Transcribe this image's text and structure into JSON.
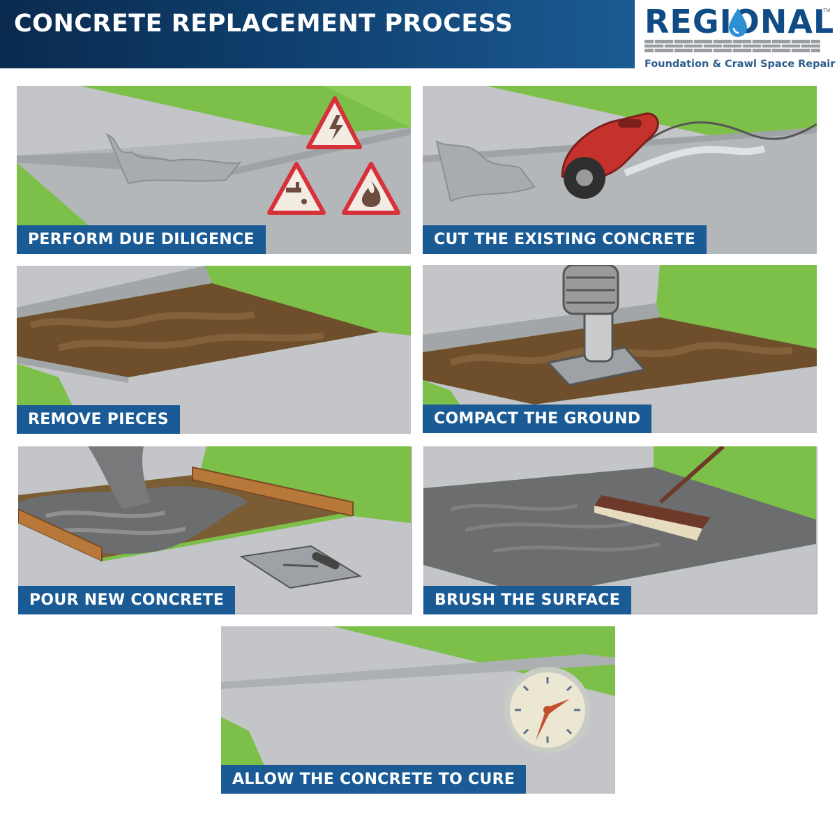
{
  "header": {
    "title": "CONCRETE REPLACEMENT PROCESS"
  },
  "logo": {
    "brand": "REGIONAL",
    "tagline": "Foundation & Crawl Space Repair",
    "trademark": "TM"
  },
  "steps": [
    {
      "label": "PERFORM DUE DILIGENCE",
      "icons": [
        "electrical-hazard-icon",
        "water-hazard-icon",
        "fire-hazard-icon"
      ]
    },
    {
      "label": "CUT THE EXISTING CONCRETE",
      "icons": [
        "concrete-saw-icon"
      ]
    },
    {
      "label": "REMOVE PIECES",
      "icons": []
    },
    {
      "label": "COMPACT THE GROUND",
      "icons": [
        "plate-compactor-icon"
      ]
    },
    {
      "label": "POUR NEW CONCRETE",
      "icons": [
        "trowel-icon"
      ]
    },
    {
      "label": "BRUSH THE SURFACE",
      "icons": [
        "broom-icon"
      ]
    },
    {
      "label": "ALLOW THE CONCRETE TO CURE",
      "icons": [
        "clock-icon"
      ]
    }
  ],
  "colors": {
    "header_bg": "#0f3f6e",
    "label_bg": "#1a5b96",
    "grass": "#7dc14a",
    "concrete": "#c4c6c8",
    "dirt": "#7b5a35",
    "hazard_red": "#d7313a",
    "brand_blue": "#0f4c86"
  }
}
